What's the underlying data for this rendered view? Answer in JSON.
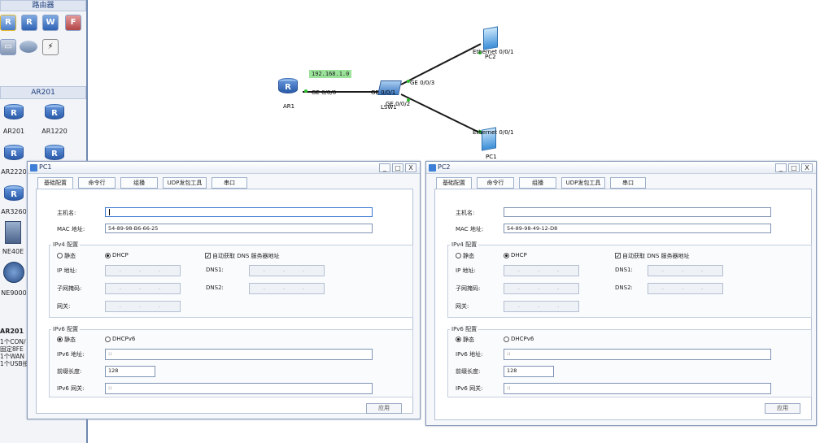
{
  "left_panel": {
    "top_header": "路由器",
    "group_header": "AR201",
    "devices": [
      "AR201",
      "AR1220",
      "AR2220",
      "AR3260",
      "NE40E",
      "NE9000"
    ],
    "info_title": "AR201",
    "info_lines": [
      "1个CON/",
      "固定8FE",
      "1个WAN",
      "1个USB接"
    ]
  },
  "topology": {
    "network_label": "192.168.1.0",
    "nodes": {
      "ar1": "AR1",
      "lsw1": "LSW1",
      "pc1": "PC1",
      "pc2": "PC2"
    },
    "ports": {
      "ar1_ge": "GE 0/0/0",
      "lsw_ge1": "GE 0/0/1",
      "lsw_ge3": "GE 0/0/3",
      "lsw_ge2": "GE 0/0/2",
      "pc2_eth": "Ethernet 0/0/1",
      "pc1_eth": "Ethernet 0/0/1"
    }
  },
  "windows": [
    {
      "title": "PC1",
      "tabs": [
        "基础配置",
        "命令行",
        "组播",
        "UDP发包工具",
        "串口"
      ],
      "hostname_label": "主机名:",
      "hostname_value": "",
      "mac_label": "MAC 地址:",
      "mac_value": "54-89-98-B6-66-25",
      "ipv4_legend": "IPv4 配置",
      "static_label": "静态",
      "dhcp_label": "DHCP",
      "auto_dns_label": "自动获取 DNS 服务器地址",
      "ip_label": "IP 地址:",
      "mask_label": "子网掩码:",
      "gw_label": "网关:",
      "dns1_label": "DNS1:",
      "dns2_label": "DNS2:",
      "ipv6_legend": "IPv6 配置",
      "static6_label": "静态",
      "dhcpv6_label": "DHCPv6",
      "ipv6_addr_label": "IPv6 地址:",
      "ipv6_addr_value": "::",
      "prefix_label": "前缀长度:",
      "prefix_value": "128",
      "ipv6_gw_label": "IPv6 网关:",
      "ipv6_gw_value": "::",
      "apply_label": "应用"
    },
    {
      "title": "PC2",
      "tabs": [
        "基础配置",
        "命令行",
        "组播",
        "UDP发包工具",
        "串口"
      ],
      "hostname_label": "主机名:",
      "hostname_value": "",
      "mac_label": "MAC 地址:",
      "mac_value": "54-89-98-49-12-D8",
      "ipv4_legend": "IPv4 配置",
      "static_label": "静态",
      "dhcp_label": "DHCP",
      "auto_dns_label": "自动获取 DNS 服务器地址",
      "ip_label": "IP 地址:",
      "mask_label": "子网掩码:",
      "gw_label": "网关:",
      "dns1_label": "DNS1:",
      "dns2_label": "DNS2:",
      "ipv6_legend": "IPv6 配置",
      "static6_label": "静态",
      "dhcpv6_label": "DHCPv6",
      "ipv6_addr_label": "IPv6 地址:",
      "ipv6_addr_value": "::",
      "prefix_label": "前缀长度:",
      "prefix_value": "128",
      "ipv6_gw_label": "IPv6 网关:",
      "ipv6_gw_value": "::",
      "apply_label": "应用"
    }
  ],
  "ip_dots": ". . .",
  "window_buttons": {
    "minimize": "_",
    "maximize": "□",
    "close": "X"
  }
}
